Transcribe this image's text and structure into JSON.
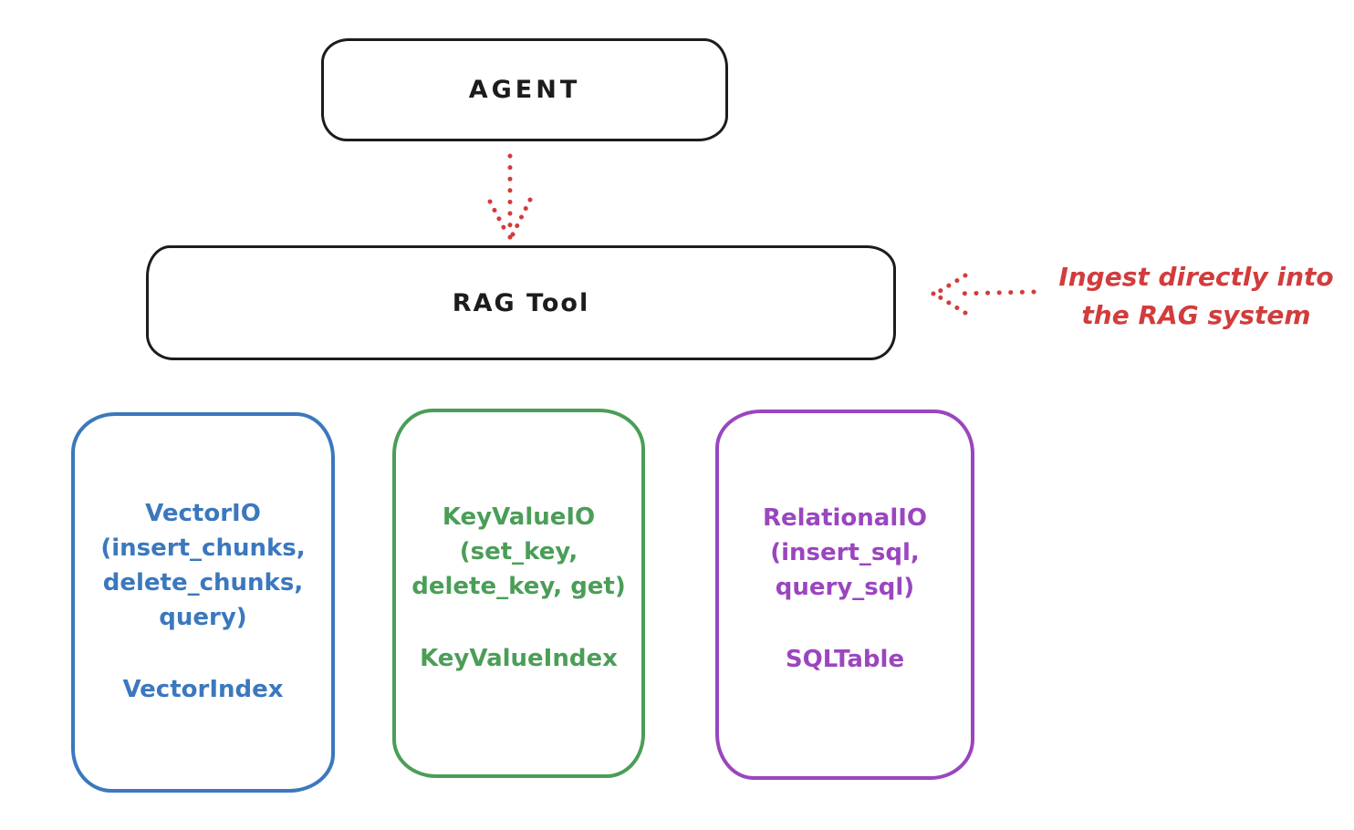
{
  "colors": {
    "background": "#ffffff",
    "ink": "#1c1c1c",
    "red": "#d23c3c",
    "blue": "#3b78bd",
    "green": "#4a9e57",
    "purple": "#9a46bf"
  },
  "nodes": {
    "agent": {
      "label": "AGENT"
    },
    "rag_tool": {
      "label": "RAG Tool"
    },
    "vector_io": {
      "lines": [
        "VectorIO",
        "(insert_chunks,",
        "delete_chunks,",
        "query)"
      ],
      "index": "VectorIndex"
    },
    "key_value_io": {
      "lines": [
        "KeyValueIO",
        "(set_key,",
        "delete_key, get)"
      ],
      "index": "KeyValueIndex"
    },
    "relational_io": {
      "lines": [
        "RelationalIO",
        "(insert_sql,",
        "query_sql)"
      ],
      "index": "SQLTable"
    }
  },
  "annotation": {
    "lines": [
      "Ingest directly into",
      "the RAG system"
    ]
  },
  "arrows": [
    {
      "name": "agent-to-rag-tool",
      "style": "dotted",
      "direction": "down"
    },
    {
      "name": "annotation-to-rag-tool",
      "style": "dotted",
      "direction": "left"
    }
  ]
}
